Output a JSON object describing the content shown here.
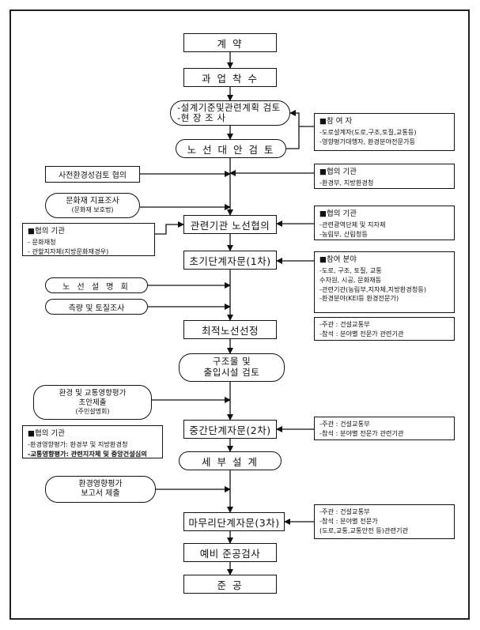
{
  "flow": {
    "contract": "계 약",
    "start": "과 업 착 수",
    "review": [
      "-설계기준및관련계획 검토",
      "-현 장 조 사"
    ],
    "route_review": "노 선 대 안 검 토",
    "pre_env": "사전환경성검토 협의",
    "heritage": [
      "문화재 지표조사",
      "(문화재 보호법)"
    ],
    "agency_route": "관련기관 노선협의",
    "design_1": "초기단계자문(1차)",
    "route_briefing": "노 선 설 명 회",
    "survey": "측량 및 토질조사",
    "optimal": "최적노선선정",
    "structure": [
      "구조물 및",
      "출입시설 검토"
    ],
    "env_traffic": [
      "환경 및 교통영향평가",
      "초안제출",
      "(주민설명회)"
    ],
    "design_2": "중간단계자문(2차)",
    "detail": "세 부 설 계",
    "env_report": [
      "환경영향평가",
      "보고서 제출"
    ],
    "design_3": "마무리단계자문(3차)",
    "pre_inspection": "예비 준공검사",
    "completion": "준 공"
  },
  "notes": {
    "participants": {
      "title": "■참 여 자",
      "lines": [
        "-도로설계자(도로,구조,토질,교통등)",
        "-영향평가대행자, 환경분야전문가등"
      ]
    },
    "agency_env": {
      "title": "■협의 기관",
      "lines": [
        "-환경부, 지방환경청"
      ]
    },
    "agency_route": {
      "title": "■협의 기관",
      "lines": [
        "-관련광역단체 및 지자체",
        "-농림부, 산림청등"
      ]
    },
    "agency_heritage": {
      "title": "■협의 기관",
      "lines": [
        "- 문화재청",
        "- 관할지자체(지방문화재경우)"
      ]
    },
    "fields": {
      "title": "■참여 분야",
      "lines": [
        "-도로, 구조, 토질, 교통",
        " 수자원, 시공, 문화재등",
        "-관련기관(농림부,지자체,지방환경청등)",
        "-환경분야(KEI등 환경전문가)"
      ]
    },
    "host_1": {
      "lines": [
        "-주관 : 건설교통부",
        "-참석 : 분야별 전문가 관련기관"
      ]
    },
    "host_2": {
      "lines": [
        "-주관 : 건설교통부",
        "-참석 : 분야별 전문가 관련기관"
      ]
    },
    "agency_eval": {
      "title": "■협의 기관",
      "lines": [
        "-환경영향평가: 환경부 및 지방환경청",
        "-교통영향평가: 관련지자체 및 중앙건설심의"
      ]
    },
    "host_3": {
      "lines": [
        "-주관 : 건설교통부",
        "-참석 : 분야별 전문가",
        "(도로,교통,교통안전 등)관련기관"
      ]
    }
  }
}
